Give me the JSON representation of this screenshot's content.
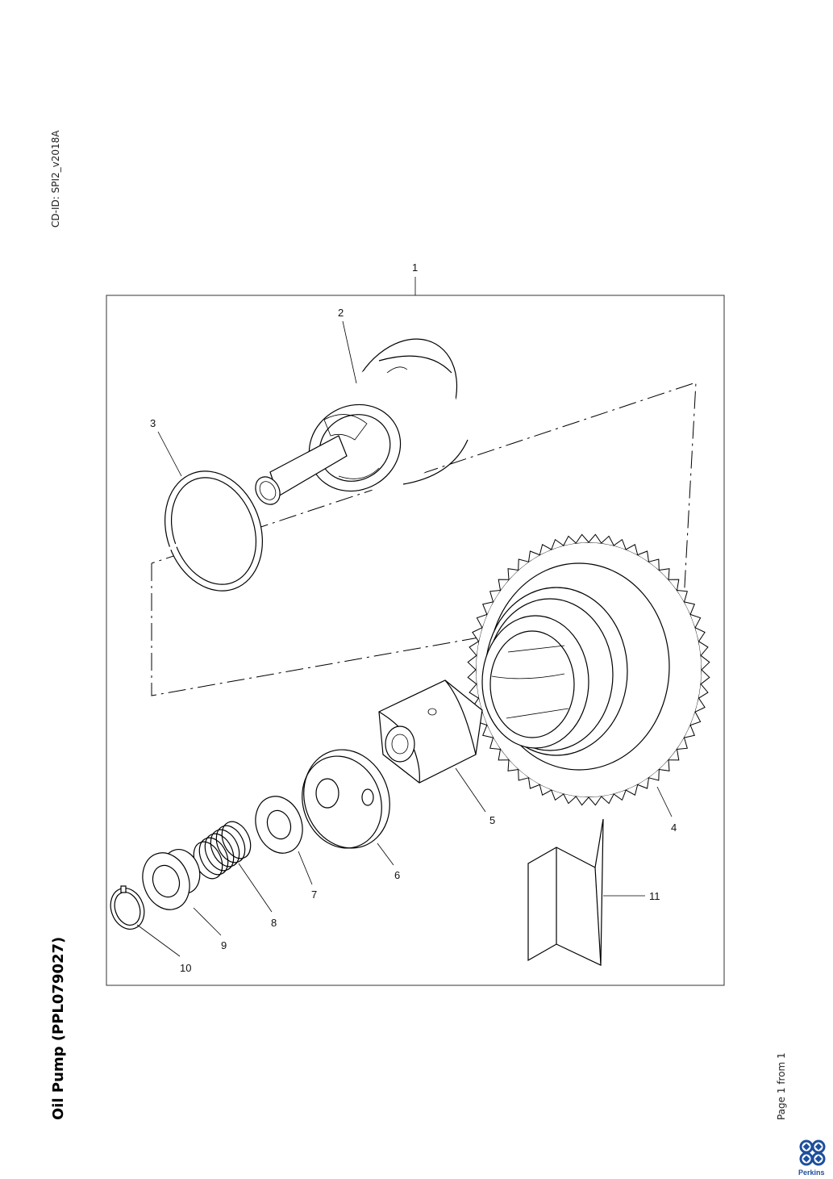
{
  "cd_id": "CD-ID: SPI2_v2018A",
  "title": "Oil Pump (PPL079027)",
  "page_info": "Page 1 from 1",
  "brand": {
    "name": "Perkins",
    "color": "#1d4f9c"
  },
  "callouts": [
    "1",
    "2",
    "3",
    "4",
    "5",
    "6",
    "7",
    "8",
    "9",
    "10",
    "11"
  ]
}
